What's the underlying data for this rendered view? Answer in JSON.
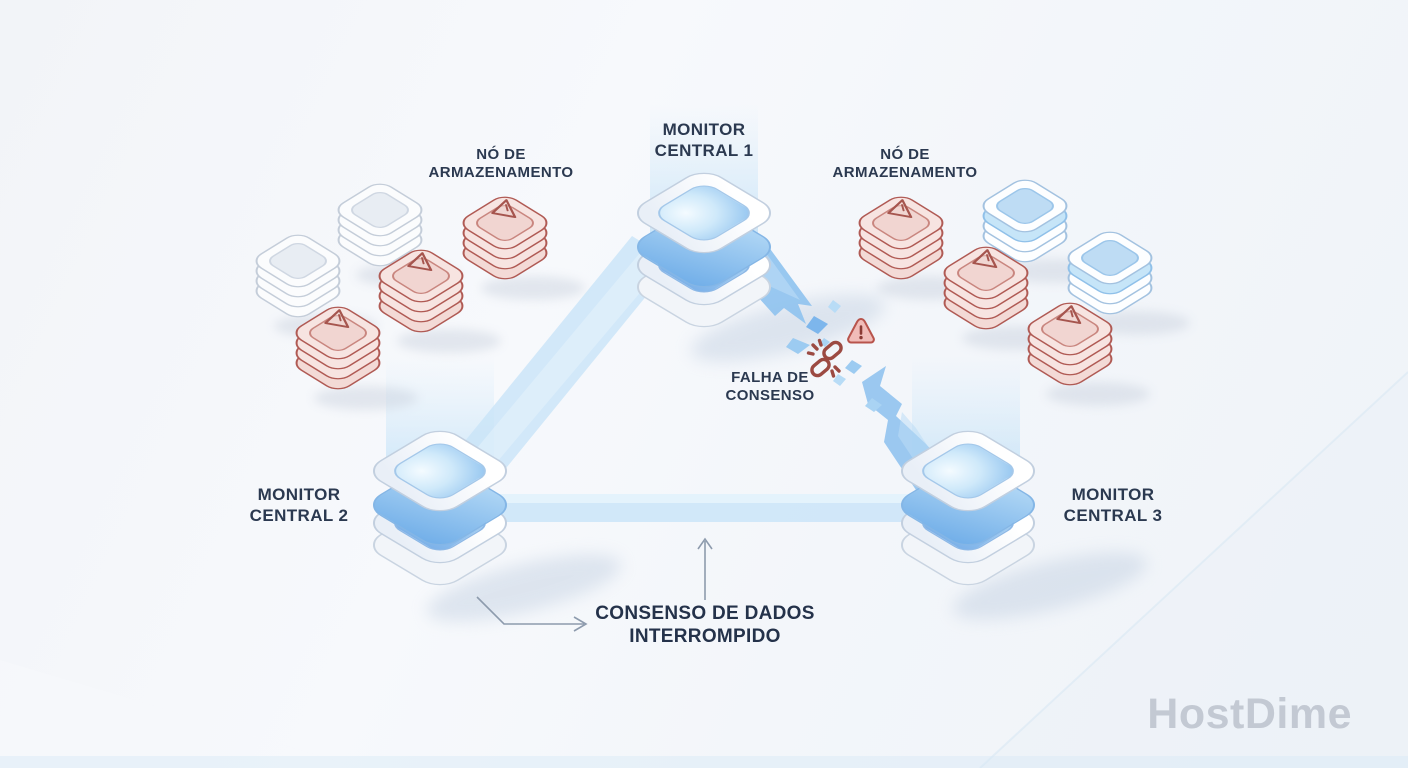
{
  "diagram": {
    "background_color": "#f3f5f8",
    "monitors": [
      {
        "name": "monitor-central-1",
        "label_line1": "MONITOR",
        "label_line2": "CENTRAL 1"
      },
      {
        "name": "monitor-central-2",
        "label_line1": "MONITOR",
        "label_line2": "CENTRAL 2"
      },
      {
        "name": "monitor-central-3",
        "label_line1": "MONITOR",
        "label_line2": "CENTRAL 3"
      }
    ],
    "storage_clusters": [
      {
        "name": "storage-cluster-left",
        "label_line1": "NÓ DE",
        "label_line2": "ARMAZENAMENTO",
        "nodes": [
          "white",
          "white",
          "red",
          "red",
          "red"
        ]
      },
      {
        "name": "storage-cluster-right",
        "label_line1": "NÓ DE",
        "label_line2": "ARMAZENAMENTO",
        "nodes": [
          "red",
          "red",
          "red",
          "blue",
          "blue"
        ]
      }
    ],
    "failure": {
      "label_line1": "FALHA DE",
      "label_line2": "CONSENSO",
      "icons": [
        "broken-link-icon",
        "warning-triangle-icon"
      ]
    },
    "annotation": {
      "label_line1": "CONSENSO DE DADOS",
      "label_line2": "INTERROMPIDO"
    },
    "watermark": "HostDime",
    "colors": {
      "connection_blue": "#8ec2ee",
      "band_light_blue": "#cde6f8",
      "alert_red": "#b0544c",
      "alert_fill": "#f6e2df",
      "node_glow_blue": "#8fc2ef",
      "text_navy": "#2b3950",
      "watermark_gray": "#c3c9d3",
      "arrow_gray": "#8d9bad"
    }
  }
}
